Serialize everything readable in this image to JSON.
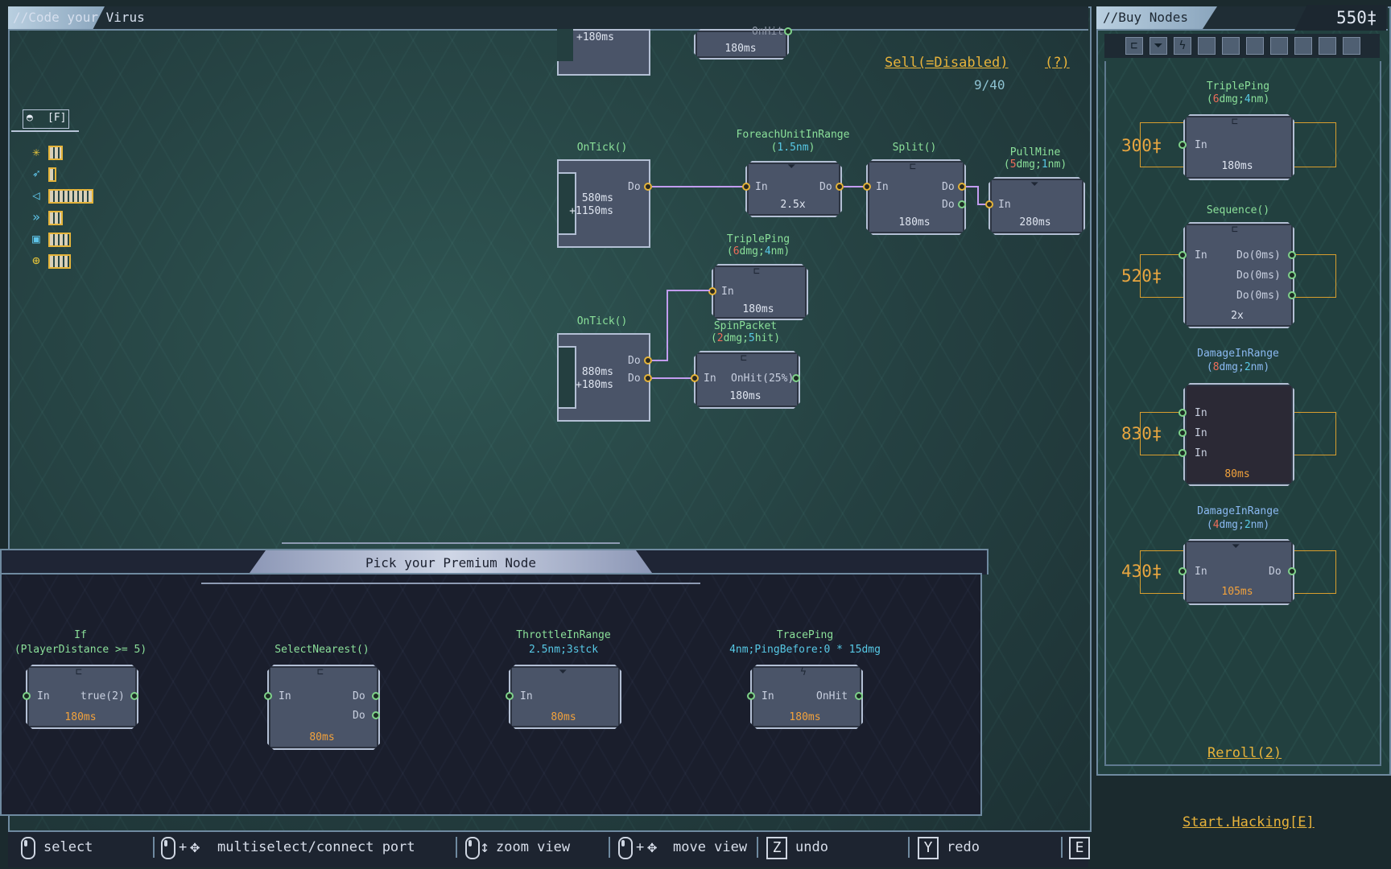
{
  "editor": {
    "title": "//Code your Virus"
  },
  "shop": {
    "title": "//Buy Nodes",
    "credits": "550‡",
    "reroll": "Reroll(2)",
    "start": "Start.Hacking[E]",
    "items": [
      {
        "name": "TriplePing",
        "p1": "6",
        "p1c": "dmg;",
        "p2": "4",
        "p2c": "nm",
        "price": "300‡",
        "in": [
          "In"
        ],
        "out": [],
        "ms": "180ms"
      },
      {
        "name": "Sequence()",
        "price": "520‡",
        "in": [
          "In"
        ],
        "out": [
          "Do(0ms)",
          "Do(0ms)",
          "Do(0ms)"
        ],
        "ms": "2x"
      },
      {
        "name": "DamageInRange",
        "p1": "8",
        "p1c": "dmg;",
        "p2": "2",
        "p2c": "nm",
        "price": "830‡",
        "in": [
          "In",
          "In",
          "In"
        ],
        "out": [],
        "ms": "80ms"
      },
      {
        "name": "DamageInRange",
        "p1": "4",
        "p1c": "dmg;",
        "p2": "2",
        "p2c": "nm",
        "price": "430‡",
        "in": [
          "In"
        ],
        "out": [
          "Do"
        ],
        "ms": "105ms"
      }
    ]
  },
  "top": {
    "sell": "Sell(=Disabled)",
    "help": "(?)",
    "count": "9/40"
  },
  "sidebar": {
    "hotkey": "[F]"
  },
  "graph": {
    "partial1": {
      "ms": "+180ms"
    },
    "partial2": {
      "label": "OnHit",
      "ms": "180ms"
    },
    "ontick1": {
      "title": "OnTick()",
      "ms1": "580ms",
      "ms2": "+1150ms",
      "out": "Do"
    },
    "foreach": {
      "title": "ForeachUnitInRange",
      "param": "1.5nm",
      "in": "In",
      "out": "Do",
      "mult": "2.5x"
    },
    "split": {
      "title": "Split()",
      "in": "In",
      "out1": "Do",
      "out2": "Do",
      "ms": "180ms"
    },
    "pullmine": {
      "title": "PullMine",
      "p1": "5",
      "p1c": "dmg;",
      "p2": "1",
      "p2c": "nm",
      "in": "In",
      "ms": "280ms"
    },
    "tripleping": {
      "title": "TriplePing",
      "p1": "6",
      "p1c": "dmg;",
      "p2": "4",
      "p2c": "nm",
      "in": "In",
      "ms": "180ms"
    },
    "ontick2": {
      "title": "OnTick()",
      "ms1": "880ms",
      "ms2": "+180ms",
      "out1": "Do",
      "out2": "Do"
    },
    "spinpacket": {
      "title": "SpinPacket",
      "p1": "2",
      "p1c": "dmg;",
      "p2": "5",
      "p2c": "hit",
      "in": "In",
      "out": "OnHit(25%)",
      "ms": "180ms"
    }
  },
  "premium": {
    "title": "Pick your Premium Node",
    "nodes": [
      {
        "title": "If",
        "param": "(PlayerDistance >= 5)",
        "in": "In",
        "out": "true(2)",
        "ms": "180ms"
      },
      {
        "title": "SelectNearest()",
        "in": "In",
        "out1": "Do",
        "out2": "Do",
        "ms": "80ms"
      },
      {
        "title": "ThrottleInRange",
        "param": "2.5nm;3stck",
        "in": "In",
        "ms": "80ms"
      },
      {
        "title": "TracePing",
        "param": "4nm;PingBefore:0 * 15dmg",
        "in": "In",
        "out": "OnHit",
        "ms": "180ms"
      }
    ]
  },
  "controls": [
    {
      "label": "select"
    },
    {
      "label": "multiselect/connect port"
    },
    {
      "label": "zoom view"
    },
    {
      "label": "move view"
    },
    {
      "key": "Z",
      "label": "undo"
    },
    {
      "key": "Y",
      "label": "redo"
    },
    {
      "key": "E",
      "label": ""
    }
  ]
}
